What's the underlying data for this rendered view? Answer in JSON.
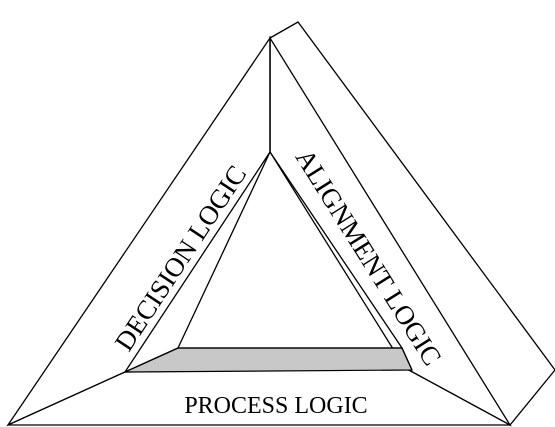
{
  "diagram": {
    "labels": {
      "left_side": "DECISION LOGIC",
      "right_side": "ALIGNMENT LOGIC",
      "base": "PROCESS LOGIC"
    },
    "colors": {
      "line": "#000000",
      "background": "#ffffff",
      "inner_shelf": "#c8c8c8"
    }
  }
}
